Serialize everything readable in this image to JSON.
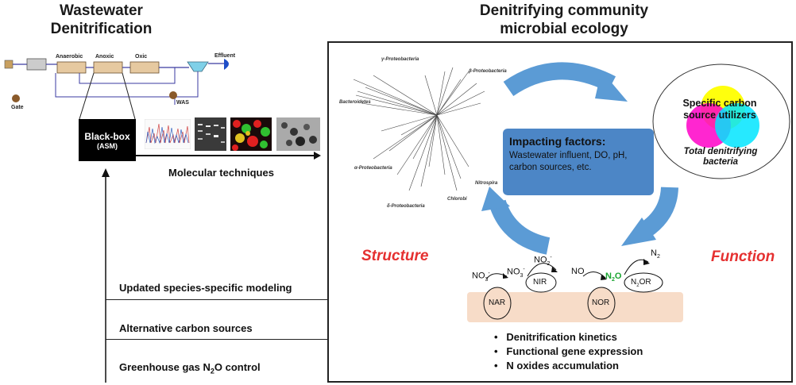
{
  "titles": {
    "left_line1": "Wastewater",
    "left_line2": "Denitrification",
    "right_line1": "Denitrifying community",
    "right_line2": "microbial ecology"
  },
  "process": {
    "anaerobic": "Anaerobic",
    "anoxic": "Anoxic",
    "oxic": "Oxic",
    "effluent": "Effluent",
    "gate": "Gate",
    "was": "WAS"
  },
  "blackbox": {
    "line1": "Black-box",
    "line2": "(ASM)"
  },
  "molecular": "Molecular techniques",
  "tree_labels": {
    "gamma": "γ-Proteobacteria",
    "beta": "β-Proteobacteria",
    "bacteroidetes": "Bacteroidetes",
    "alpha": "α-Proteobacteria",
    "delta": "δ-Proteobacteria",
    "chlorobi": "Chlorobi",
    "nitrospira": "Nitrospira"
  },
  "impact": {
    "heading": "Impacting factors:",
    "line1": "Wastewater influent, DO, pH,",
    "line2": "carbon sources, etc."
  },
  "venn": {
    "specific_line1": "Specific carbon",
    "specific_line2": "source utilizers",
    "total_line1": "Total denitrifying",
    "total_line2": "bacteria"
  },
  "labels": {
    "structure": "Structure",
    "function": "Function"
  },
  "pathway": {
    "no3": "NO",
    "no3_sub": "3",
    "no3_sup": "-",
    "no2": "NO",
    "no2_sub": "2",
    "no2_sup": "-",
    "no": "NO",
    "n2o": "N",
    "n2o_sub": "2",
    "n2o_o": "O",
    "n2": "N",
    "n2_sub": "2",
    "nar": "NAR",
    "nir": "NIR",
    "nor": "NOR",
    "n2or_n": "N",
    "n2or_sub": "2",
    "n2or_rest": "OR"
  },
  "bullets": [
    "Denitrification kinetics",
    "Functional gene expression",
    "N oxides accumulation"
  ],
  "applications": {
    "modeling": "Updated species-specific modeling",
    "carbon": "Alternative carbon sources",
    "ghg_prefix": "Greenhouse gas N",
    "ghg_sub": "2",
    "ghg_suffix": "O control"
  },
  "colors": {
    "arrow_blue": "#5b9bd5",
    "impact_box": "#4c86c6",
    "membrane": "#f7dcc8",
    "red_label": "#e53030",
    "n2o_green": "#1aa531",
    "venn_yellow": "#ffff00",
    "venn_magenta": "#ff00c8",
    "venn_cyan": "#00e5ff"
  }
}
